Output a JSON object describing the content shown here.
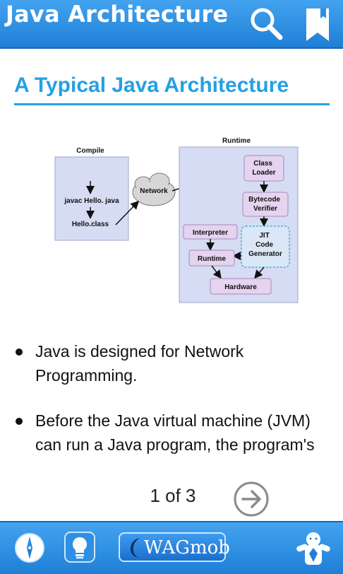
{
  "header": {
    "title": "Java Architecture",
    "search_icon": "search-icon",
    "bookmark_icon": "bookmark-icon"
  },
  "section": {
    "title": "A Typical Java Architecture"
  },
  "diagram": {
    "compile_label": "Compile",
    "compile_steps": [
      "javac Hello. java",
      "Hello.class"
    ],
    "network_label": "Network",
    "runtime_label": "Runtime",
    "boxes": {
      "class_loader": [
        "Class",
        "Loader"
      ],
      "bytecode_verifier": [
        "Bytecode",
        "Verifier"
      ],
      "interpreter": "Interpreter",
      "runtime": "Runtime",
      "jit": [
        "JIT",
        "Code",
        "Generator"
      ],
      "hardware": "Hardware"
    }
  },
  "bullets": [
    "Java is designed for Network Programming.",
    "Before the Java virtual machine (JVM) can run a Java program, the program's"
  ],
  "pager": {
    "indicator": "1 of 3",
    "next_icon": "arrow-right-circle-icon"
  },
  "footer": {
    "brand": "WAGmob",
    "icons": [
      "compass-icon",
      "lightbulb-icon",
      "brand-logo",
      "mascot-icon"
    ]
  },
  "colors": {
    "header_blue": "#2b8fe3",
    "title_blue": "#25a0e4",
    "diagram_box": "#d4dcf4",
    "diagram_node": "#e5d3ef"
  }
}
